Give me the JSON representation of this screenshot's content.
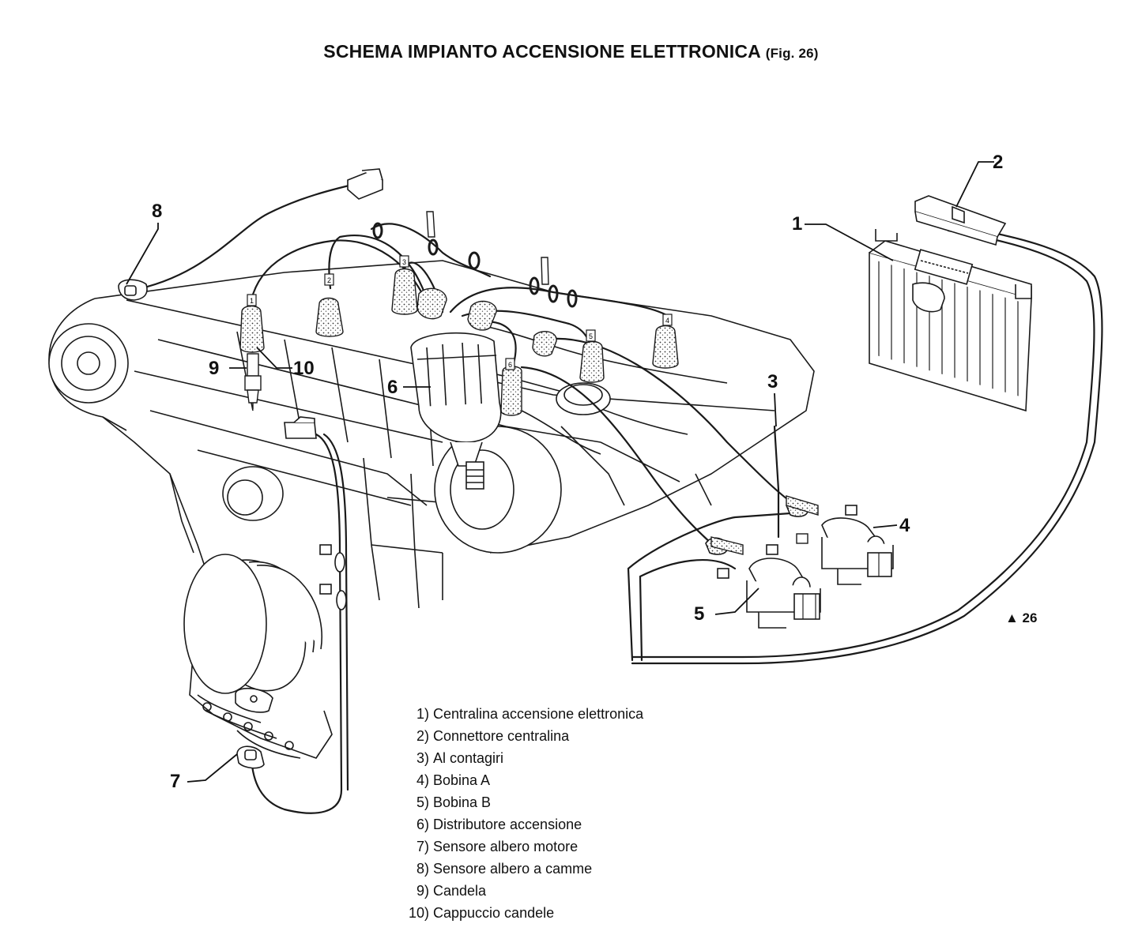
{
  "title": {
    "main": "SCHEMA IMPIANTO ACCENSIONE ELETTRONICA",
    "fig": "(Fig. 26)"
  },
  "figure_ref": "▲ 26",
  "callouts": [
    "1",
    "2",
    "3",
    "4",
    "5",
    "6",
    "7",
    "8",
    "9",
    "10"
  ],
  "legend": [
    {
      "num": "1)",
      "text": "Centralina accensione elettronica"
    },
    {
      "num": "2)",
      "text": "Connettore centralina"
    },
    {
      "num": "3)",
      "text": "Al contagiri"
    },
    {
      "num": "4)",
      "text": "Bobina A"
    },
    {
      "num": "5)",
      "text": "Bobina B"
    },
    {
      "num": "6)",
      "text": "Distributore accensione"
    },
    {
      "num": "7)",
      "text": "Sensore albero motore"
    },
    {
      "num": "8)",
      "text": "Sensore albero a camme"
    },
    {
      "num": "9)",
      "text": "Candela"
    },
    {
      "num": "10)",
      "text": "Cappuccio candele"
    }
  ],
  "plug_lead_tags": [
    "1",
    "2",
    "3",
    "4",
    "5",
    "6"
  ]
}
